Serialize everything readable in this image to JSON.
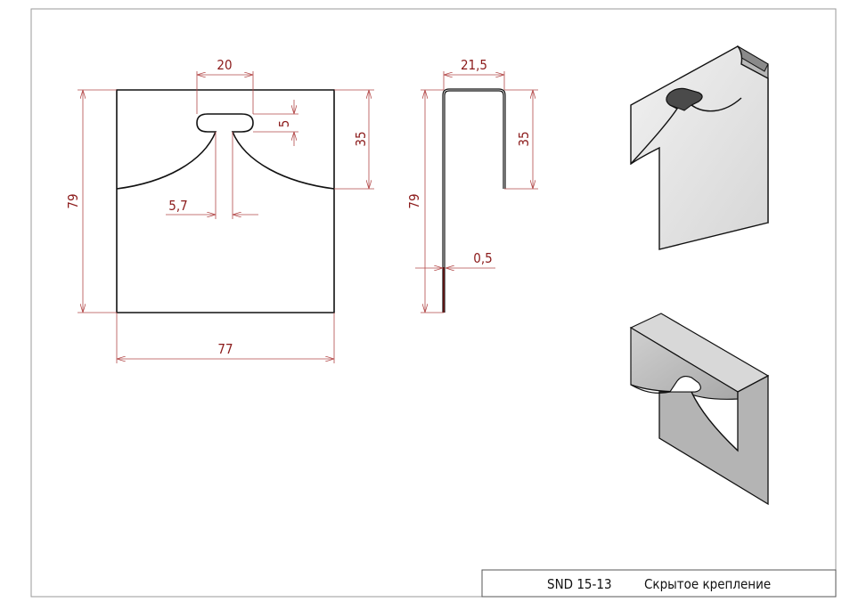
{
  "dimensions": {
    "flat_width": "77",
    "flat_height": "79",
    "slot_head_width": "20",
    "slot_head_height": "5",
    "slot_depth": "35",
    "slot_neck_width": "5,7",
    "profile_width": "21,5",
    "profile_height": "79",
    "profile_flange": "35",
    "thickness": "0,5"
  },
  "title_block": {
    "code": "SND 15-13",
    "name": "Скрытое крепление"
  },
  "colors": {
    "dimension": "#b34a4a",
    "dimension_text": "#8b1a1a",
    "outline": "#111111",
    "sheet_light": "#e4e4e4",
    "sheet_dark": "#c4c4c4"
  }
}
